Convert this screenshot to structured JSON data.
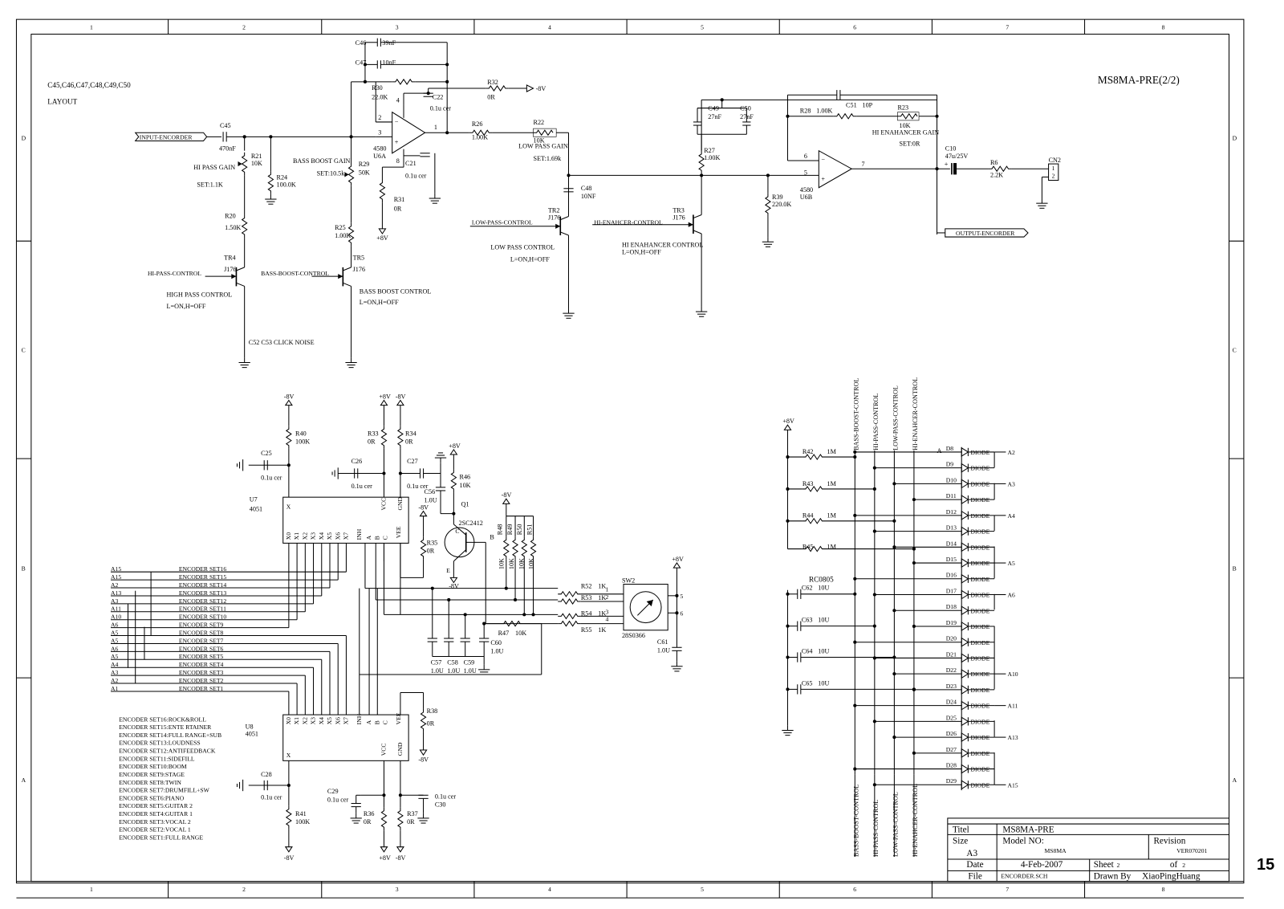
{
  "sheet": {
    "title": "MS8MA-PRE(2/2)",
    "page_number": "15",
    "columns": [
      "1",
      "2",
      "3",
      "4",
      "5",
      "6",
      "7",
      "8"
    ],
    "rows": [
      "D",
      "C",
      "B",
      "A"
    ],
    "layout_note": [
      "C45,C46,C47,C48,C49,C50",
      "LAYOUT"
    ]
  },
  "ports": {
    "input": "INPUT-ENCORDER",
    "output": "OUTPUT-ENCORDER",
    "hi_pass": "HI-PASS-CONTROL",
    "bass_boost": "BASS-BOOST-CONTROL",
    "low_pass": "LOW-PASS-CONTROL",
    "hi_enh": "HI-ENAHCER-CONTROL",
    "bus_a": "BASS-BOOST-CONTROL",
    "bus_b": "HI-PASS-CONTROL",
    "bus_c": "LOW-PASS-CONTROL",
    "bus_d": "HI-ENAHCER-CONTROL"
  },
  "power": {
    "minus8": "-8V",
    "plus8": "+8V"
  },
  "labels": {
    "c45": [
      "C45",
      "470nF"
    ],
    "c46": [
      "C46",
      "39nF"
    ],
    "c47": [
      "C47",
      "10nF"
    ],
    "r30": [
      "R30",
      "22.0K"
    ],
    "c22": [
      "C22",
      "0.1u cer"
    ],
    "r32": [
      "R32",
      "0R"
    ],
    "u6a": [
      "4580",
      "U6A"
    ],
    "c21": [
      "C21",
      "0.1u cer"
    ],
    "r31": [
      "R31",
      "0R"
    ],
    "r29": [
      "BASS BOOST GAIN",
      "R29",
      "SET:10.5k",
      "50K"
    ],
    "r21": [
      "R21",
      "10K"
    ],
    "hipassgain": [
      "HI PASS GAIN",
      "SET:1.1K"
    ],
    "r24": [
      "R24",
      "100.0K"
    ],
    "r20": [
      "R20",
      "1.50K"
    ],
    "tr4": [
      "TR4",
      "J176"
    ],
    "hpc": [
      "HIGH PASS CONTROL",
      "L=ON,H=OFF"
    ],
    "c52": "C52 C53 CLICK NOISE",
    "r25": [
      "R25",
      "1.00K"
    ],
    "tr5": [
      "TR5",
      "J176"
    ],
    "bbc": [
      "BASS BOOST CONTROL",
      "L=ON,H=OFF"
    ],
    "r26": [
      "R26",
      "1.00K"
    ],
    "r22": [
      "R22",
      "10K",
      "LOW PASS GAIN",
      "SET:1.69k"
    ],
    "c48": [
      "C48",
      "10NF"
    ],
    "tr2": [
      "TR2",
      "J176"
    ],
    "lpc": [
      "LOW PASS CONTROL",
      "L=ON,H=OFF"
    ],
    "c49": [
      "C49",
      "27nF"
    ],
    "c50": [
      "C50",
      "27nF"
    ],
    "c51": [
      "C51",
      "10P"
    ],
    "r28": [
      "R28",
      "1.00K"
    ],
    "r23": [
      "R23",
      "10K",
      "HI ENAHANCER GAIN",
      "SET:0R"
    ],
    "r27": [
      "R27",
      "1.00K"
    ],
    "tr3": [
      "TR3",
      "J176"
    ],
    "hec": [
      "HI ENAHANCER CONTROL",
      "L=ON,H=OFF"
    ],
    "r39": [
      "R39",
      "220.0K"
    ],
    "u6b": [
      "4580",
      "U6B"
    ],
    "c10": [
      "C10",
      "47u/25V"
    ],
    "r6": [
      "R6",
      "2.2K"
    ],
    "cn2": [
      "CN2",
      "1",
      "2"
    ],
    "pins": [
      "2",
      "3",
      "4",
      "8",
      "1",
      "6",
      "5",
      "7"
    ],
    "r40": [
      "R40",
      "100K"
    ],
    "c25": [
      "C25",
      "0.1u cer"
    ],
    "u7": [
      "U7",
      "4051"
    ],
    "r33": [
      "R33",
      "0R"
    ],
    "r34": [
      "R34",
      "0R"
    ],
    "c26": [
      "C26",
      "0.1u cer"
    ],
    "c27": [
      "C27",
      "0.1u cer"
    ],
    "r35": [
      "R35",
      "0R"
    ],
    "c56": [
      "C56",
      "1.0U"
    ],
    "r46": [
      "R46",
      "10K"
    ],
    "q1": [
      "Q1",
      "2SC2412",
      "B",
      "C",
      "E"
    ],
    "r48": [
      "R48",
      "R49",
      "R50",
      "R51",
      "10K",
      "10K",
      "10K",
      "10K"
    ],
    "r52": [
      "R52",
      "1K"
    ],
    "r53": [
      "R53",
      "1K"
    ],
    "r54": [
      "R54",
      "1K"
    ],
    "r55": [
      "R55",
      "1K"
    ],
    "r47": [
      "R47",
      "10K"
    ],
    "sw2": [
      "SW2",
      "28S0366"
    ],
    "c57": [
      "C57",
      "1.0U"
    ],
    "c58": [
      "C58",
      "1.0U"
    ],
    "c59": [
      "C59",
      "1.0U"
    ],
    "c60": [
      "C60",
      "1.0U"
    ],
    "c61": [
      "C61",
      "1.0U"
    ],
    "u8": [
      "U8",
      "4051"
    ],
    "r38": [
      "R38",
      "0R"
    ],
    "c28": [
      "C28",
      "0.1u cer"
    ],
    "r41": [
      "R41",
      "100K"
    ],
    "c29": [
      "C29",
      "0.1u cer"
    ],
    "c30": [
      "0.1u cer",
      "C30"
    ],
    "r36": [
      "R36",
      "0R"
    ],
    "r37": [
      "R37",
      "0R"
    ],
    "rc0805": "RC0805",
    "r42": [
      "R42",
      "1M"
    ],
    "r43": [
      "R43",
      "1M"
    ],
    "r44": [
      "R44",
      "1M"
    ],
    "r45": [
      "R45",
      "1M"
    ],
    "c62": [
      "C62",
      "10U"
    ],
    "c63": [
      "C63",
      "10U"
    ],
    "c64": [
      "C64",
      "10U"
    ],
    "c65": [
      "C65",
      "10U"
    ],
    "d8": "D8",
    "anode_a": "A",
    "sw_pins": [
      "1",
      "2",
      "3",
      "4",
      "5",
      "6"
    ],
    "ic_pins_x": [
      "X",
      "X0",
      "X1",
      "X2",
      "X3",
      "X4",
      "X5",
      "X6",
      "X7",
      "INH",
      "A",
      "B",
      "C",
      "VEE",
      "VCC",
      "GND"
    ]
  },
  "encoder_nets": [
    {
      "a": "A15",
      "set": "ENCODER SET16"
    },
    {
      "a": "A15",
      "set": "ENCODER SET15"
    },
    {
      "a": "A2",
      "set": "ENCODER SET14"
    },
    {
      "a": "A13",
      "set": "ENCODER SET13"
    },
    {
      "a": "A3",
      "set": "ENCODER SET12"
    },
    {
      "a": "A11",
      "set": "ENCODER SET11"
    },
    {
      "a": "A10",
      "set": "ENCODER SET10"
    },
    {
      "a": "A6",
      "set": "ENCODER SET9"
    },
    {
      "a": "A5",
      "set": "ENCODER SET8"
    },
    {
      "a": "A5",
      "set": "ENCODER SET7"
    },
    {
      "a": "A6",
      "set": "ENCODER SET6"
    },
    {
      "a": "A5",
      "set": "ENCODER SET5"
    },
    {
      "a": "A4",
      "set": "ENCODER SET4"
    },
    {
      "a": "A3",
      "set": "ENCODER SET3"
    },
    {
      "a": "A2",
      "set": "ENCODER SET2"
    },
    {
      "a": "A1",
      "set": "ENCODER SET1"
    }
  ],
  "encoder_legend": [
    "ENCODER SET16:ROCK&ROLL",
    "ENCODER SET15:ENTE RTAINER",
    "ENCODER SET14:FULL RANGE+SUB",
    "ENCODER SET13:LOUDNESS",
    "ENCODER SET12:ANTIFEEDBACK",
    "ENCODER SET11:SIDEFILL",
    "ENCODER SET10:BOOM",
    "ENCODER SET9:STAGE",
    "ENCODER SET8:TWIN",
    "ENCODER SET7:DRUMFILL+SW",
    "ENCODER SET6:PIANO",
    "ENCODER SET5:GUITAR 2",
    "ENCODER SET4:GUITAR 1",
    "ENCODER SET3:VOCAL 2",
    "ENCODER SET2:VOCAL 1",
    "ENCODER SET1:FULL RANGE"
  ],
  "diodes": [
    {
      "ref": "D8",
      "part": "DIODE",
      "out": "A2"
    },
    {
      "ref": "D9",
      "part": "DIODE",
      "out": ""
    },
    {
      "ref": "D10",
      "part": "DIODE",
      "out": "A3"
    },
    {
      "ref": "D11",
      "part": "DIODE",
      "out": ""
    },
    {
      "ref": "D12",
      "part": "DIODE",
      "out": "A4"
    },
    {
      "ref": "D13",
      "part": "DIODE",
      "out": ""
    },
    {
      "ref": "D14",
      "part": "DIODE",
      "out": ""
    },
    {
      "ref": "D15",
      "part": "DIODE",
      "out": "A5"
    },
    {
      "ref": "D16",
      "part": "DIODE",
      "out": ""
    },
    {
      "ref": "D17",
      "part": "DIODE",
      "out": "A6"
    },
    {
      "ref": "D18",
      "part": "DIODE",
      "out": ""
    },
    {
      "ref": "D19",
      "part": "DIODE",
      "out": ""
    },
    {
      "ref": "D20",
      "part": "DIODE",
      "out": ""
    },
    {
      "ref": "D21",
      "part": "DIODE",
      "out": ""
    },
    {
      "ref": "D22",
      "part": "DIODE",
      "out": "A10"
    },
    {
      "ref": "D23",
      "part": "DIODE",
      "out": ""
    },
    {
      "ref": "D24",
      "part": "DIODE",
      "out": "A11"
    },
    {
      "ref": "D25",
      "part": "DIODE",
      "out": ""
    },
    {
      "ref": "D26",
      "part": "DIODE",
      "out": "A13"
    },
    {
      "ref": "D27",
      "part": "DIODE",
      "out": ""
    },
    {
      "ref": "D28",
      "part": "DIODE",
      "out": ""
    },
    {
      "ref": "D29",
      "part": "DIODE",
      "out": "A15"
    }
  ],
  "title_block": {
    "titel_label": "Titel",
    "titel_value": "MS8MA-PRE",
    "size_label": "Size",
    "size_value": "A3",
    "model_label": "Model NO:",
    "model_value": "MS8MA",
    "revision_label": "Revision",
    "revision_value": "VER070201",
    "date_label": "Date",
    "date_value": "4-Feb-2007",
    "sheet_label": "Sheet",
    "sheet_value": "2",
    "of_label": "of",
    "of_value": "2",
    "file_label": "File",
    "file_value": "ENCORDER.SCH",
    "drawn_label": "Drawn By",
    "drawn_value": "XiaoPingHuang"
  }
}
